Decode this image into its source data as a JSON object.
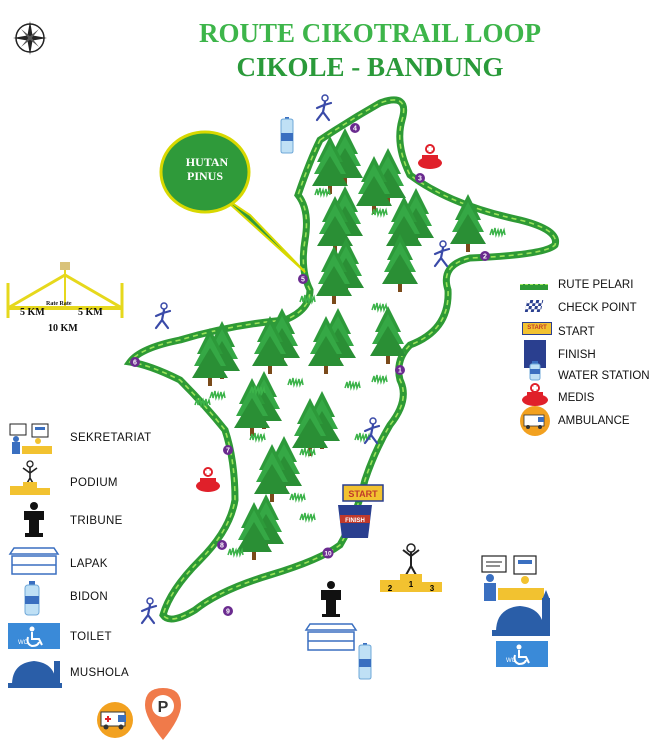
{
  "title_line1": "ROUTE CIKOTRAIL LOOP",
  "title_line2": "CIKOLE - BANDUNG",
  "callout": {
    "line1": "HUTAN",
    "line2": "PINUS"
  },
  "scale": {
    "left": "5 KM",
    "right": "5 KM",
    "rate": "Rate Rate",
    "total": "10 KM"
  },
  "checkpoints": [
    "1",
    "2",
    "3",
    "4",
    "5",
    "6",
    "7",
    "8",
    "9",
    "10"
  ],
  "start_sign": "START",
  "finish_sign": "FINISH",
  "legend_right": {
    "route": "RUTE PELARI",
    "checkpoint": "CHECK POINT",
    "start": "START",
    "finish": "FINISH",
    "water": "WATER STATION",
    "medis": "MEDIS",
    "ambulance": "AMBULANCE"
  },
  "legend_left": {
    "sekretariat": "SEKRETARIAT",
    "podium": "PODIUM",
    "tribune": "TRIBUNE",
    "lapak": "LAPAK",
    "bidon": "BIDON",
    "toilet": "TOILET",
    "mushola": "MUSHOLA"
  },
  "podium_numbers": [
    "2",
    "1",
    "3"
  ],
  "wc_label": "WC",
  "parking_label": "P",
  "colors": {
    "title": "#3db54a",
    "route_fill": "#2e9a35",
    "route_edge": "#7fdc4a",
    "callout": "#2f9a3a",
    "callout_border": "#d8d800",
    "checkpoint": "#6a2b8f",
    "scale": "#e6d81c",
    "medic": "#e0202a",
    "tree_dark": "#1f7a2f",
    "tree_light": "#3cb34a",
    "sign_blue": "#2a3f8f"
  }
}
